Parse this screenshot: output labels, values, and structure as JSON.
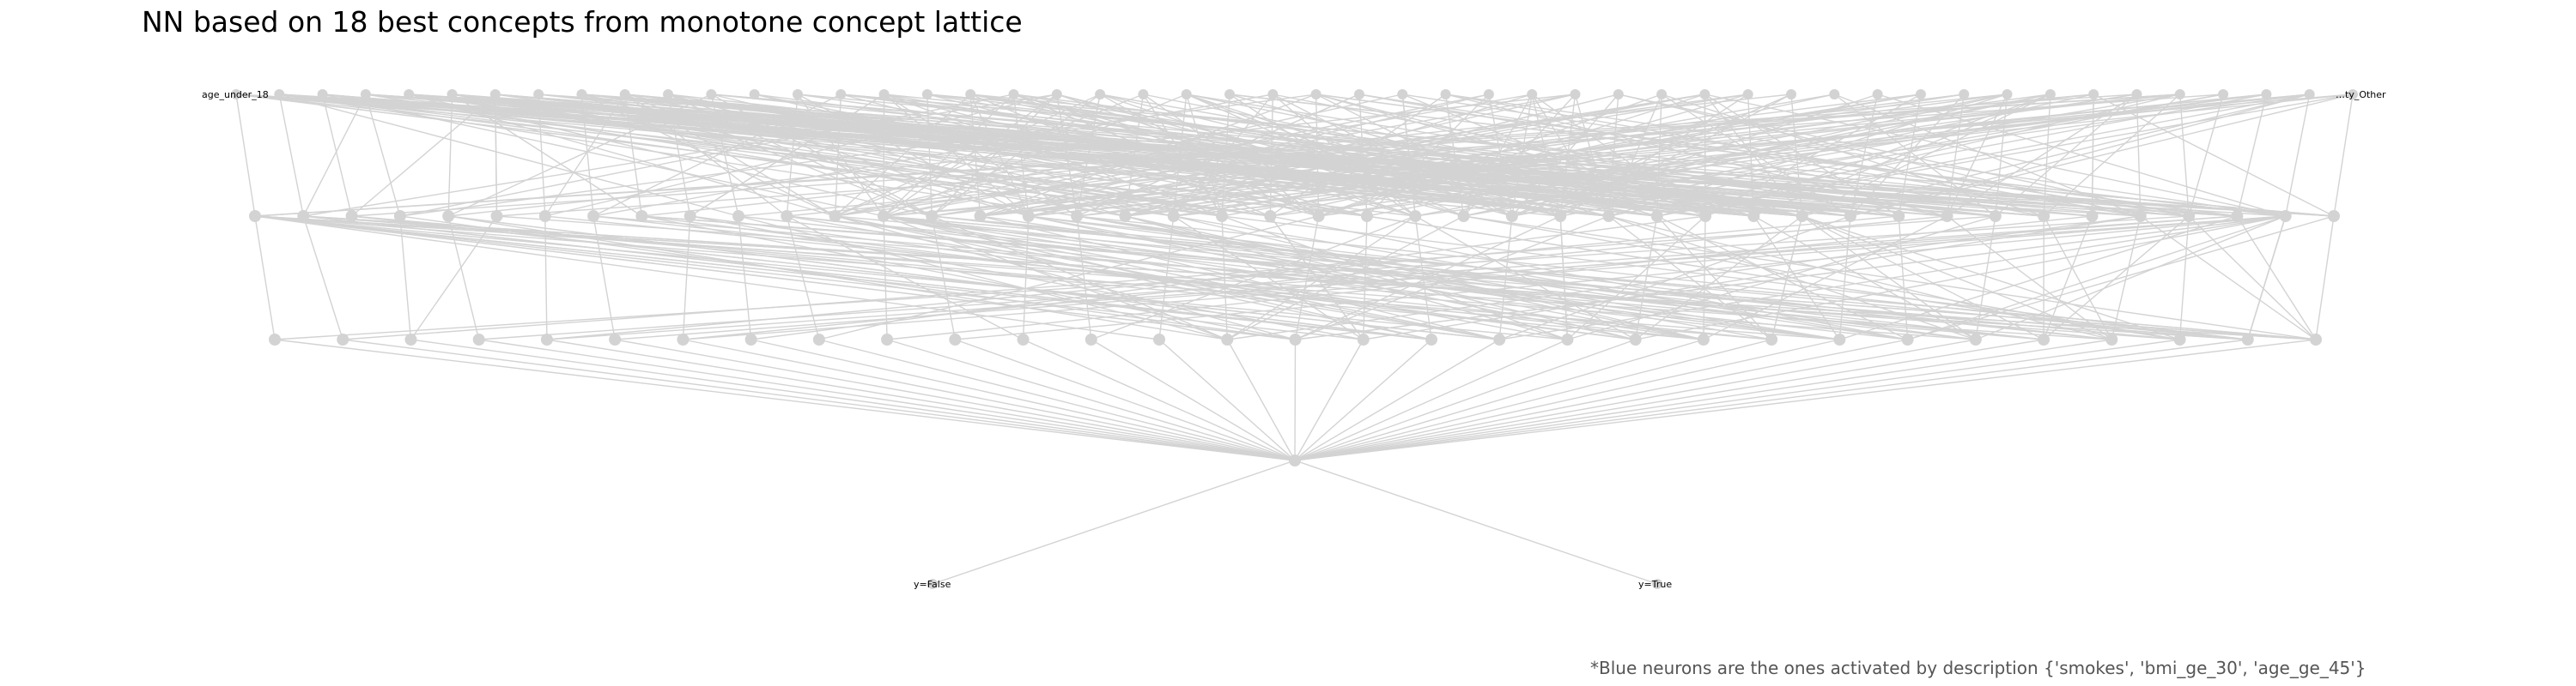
{
  "title": "NN based on 18 best concepts from monotone concept lattice",
  "footnote": "*Blue neurons are the ones activated by description {'smokes', 'bmi_ge_30', 'age_ge_45'}",
  "layers": {
    "input": {
      "count": 50,
      "first_label": "age_under_18",
      "last_label": "…ty_Other"
    },
    "hidden1": {
      "count": 44
    },
    "hidden2": {
      "count": 31
    },
    "hidden3": {
      "count": 1
    },
    "output": {
      "labels": [
        "y=False",
        "y=True"
      ]
    }
  },
  "colors": {
    "node": "#d3d3d3",
    "edge": "#d3d3d3",
    "label": "#000000"
  }
}
